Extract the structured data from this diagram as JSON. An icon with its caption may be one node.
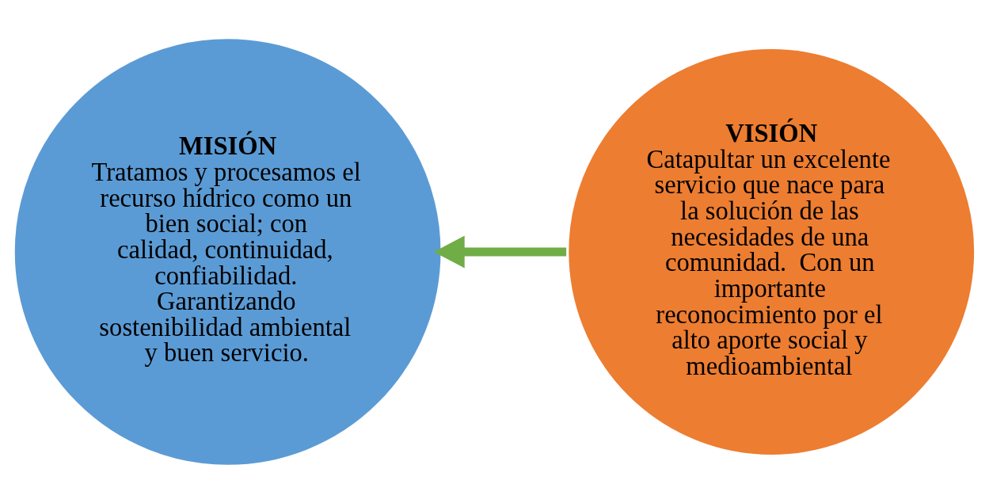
{
  "diagram": {
    "nodes": [
      {
        "text": [
          "MISIÓN",
          "Tratamos y procesamos el recurso hídrico como un bien social; con calidad, continuidad, confiabilidad. Garantizando sostenibilidad ambiental y buen servicio."
        ]
      },
      {
        "text": [
          "VISIÓN",
          "Catapultar un excelente servicio que nace para la solución de las necesidades de una comunidad.  Con un importante reconocimiento por el alto aporte social y medioambiental"
        ]
      }
    ],
    "edges": [
      {
        "from": 1,
        "to": 0,
        "arrow": "to",
        "color": "#70ad47"
      }
    ]
  }
}
